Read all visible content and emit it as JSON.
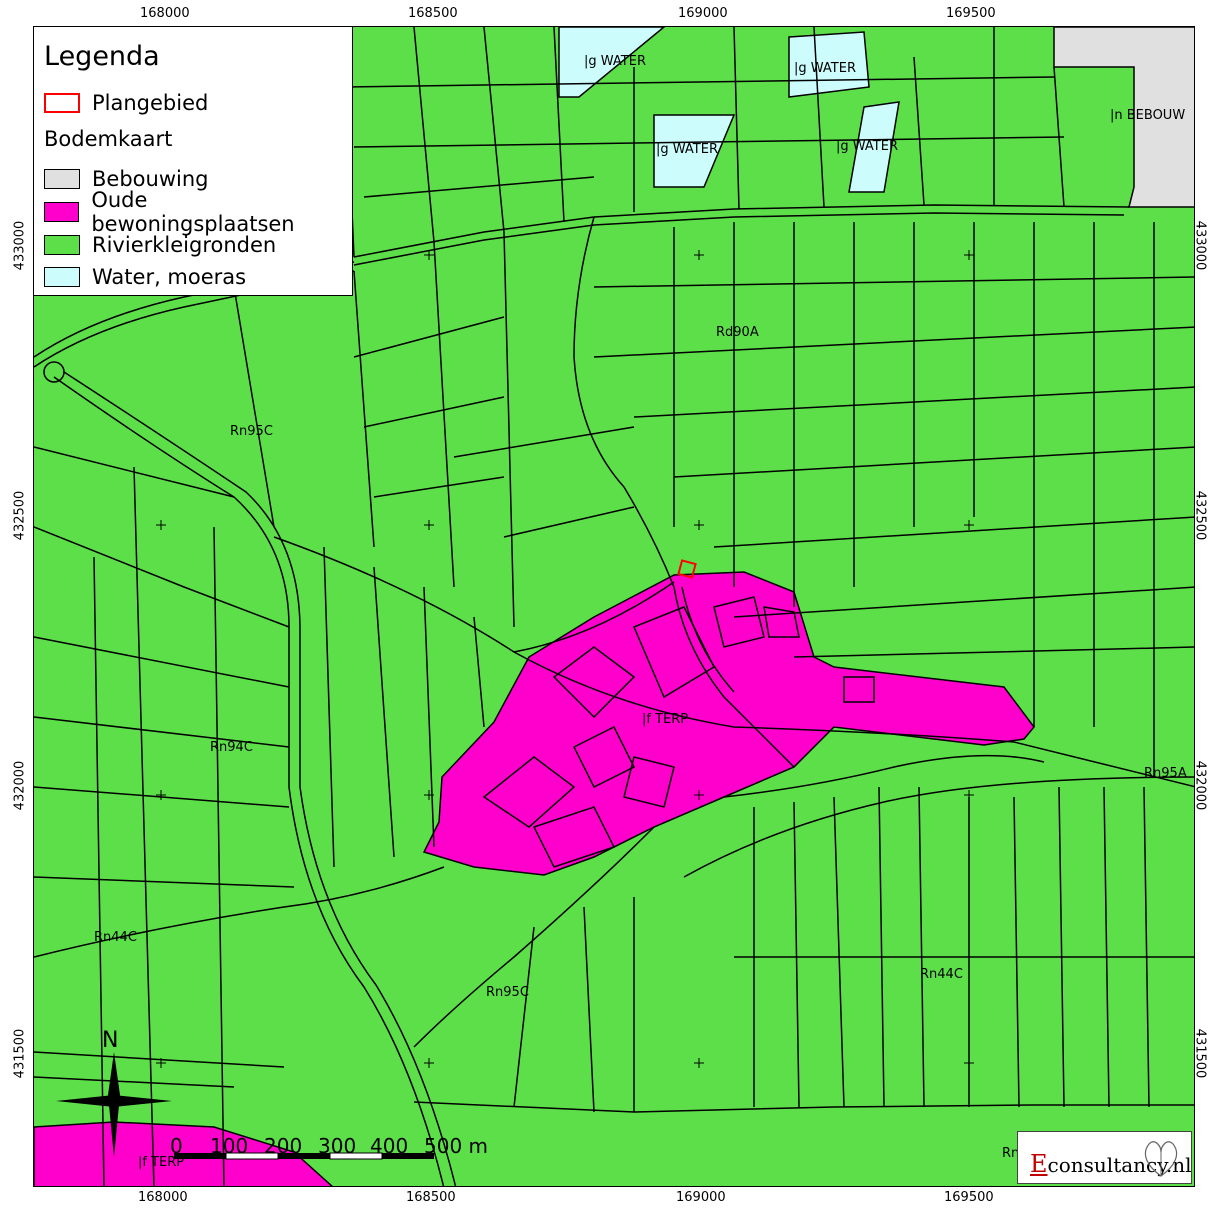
{
  "map": {
    "legend": {
      "title": "Legenda",
      "plan_label": "Plangebied",
      "bodemkaart_label": "Bodemkaart",
      "items": [
        {
          "label": "Bebouwing",
          "color": "#e0e0e0"
        },
        {
          "label": "Oude bewoningsplaatsen",
          "color": "#ff00cc"
        },
        {
          "label": "Rivierkleigronden",
          "color": "#5ddf4a"
        },
        {
          "label": "Water, moeras",
          "color": "#ccfcfc"
        }
      ],
      "plan_color": "#ff0000"
    },
    "x_ticks": [
      "168000",
      "168500",
      "169000",
      "169500"
    ],
    "y_ticks": [
      "433000",
      "432500",
      "432000",
      "431500"
    ],
    "unit_labels": {
      "water": "|g WATER",
      "bebouw": "|n BEBOUW",
      "terp": "|f TERP",
      "terp_sw": "|f TERP",
      "rd90a": "Rd90A",
      "rn95c_nw": "Rn95C",
      "rn94c": "Rn94C",
      "rn44c_w": "Rn44C",
      "rn95c_s": "Rn95C",
      "rn44c_e": "Rn44C",
      "rn95a": "Rn95A",
      "rn_edge": "Rn"
    },
    "north_label": "N",
    "scalebar": {
      "ticks": [
        "0",
        "100",
        "200",
        "300",
        "400",
        "500 m"
      ]
    },
    "logo": {
      "first_letter": "E",
      "rest": "consultancy.nl"
    },
    "colors": {
      "green": "#5ddf4a",
      "magenta": "#ff00cc",
      "water": "#ccfcfc",
      "bebouwing": "#e0e0e0"
    }
  }
}
